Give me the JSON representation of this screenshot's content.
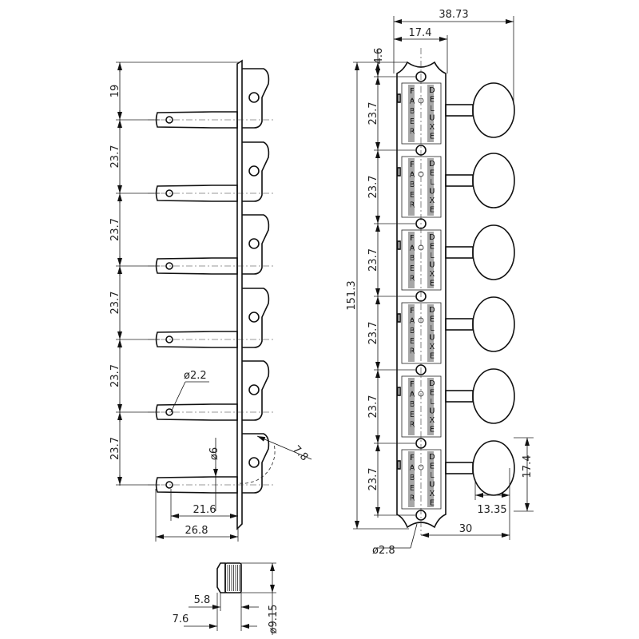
{
  "drawing": {
    "side_view": {
      "dims": {
        "top": "19",
        "pitch": "23.7",
        "hole_dia": "ø2.2",
        "post_dia": "ø6",
        "gear": "7.8",
        "post_len": "21.6",
        "total_len": "26.8"
      },
      "post_count": 6
    },
    "front_view": {
      "dims": {
        "overall_width": "38.73",
        "plate_width": "17.4",
        "top_offset": "4.6",
        "pitch": "23.7",
        "overall_length": "151.3",
        "knob_reach": "30",
        "knob_offset": "13.35",
        "knob_height": "17.4",
        "screw_hole": "ø2.8"
      },
      "brand_left": "FABER",
      "brand_right": "DELUXE",
      "knob_count": 6
    },
    "bushing": {
      "dims": {
        "inner": "5.8",
        "outer": "7.6",
        "dia": "ø9.15"
      }
    }
  }
}
